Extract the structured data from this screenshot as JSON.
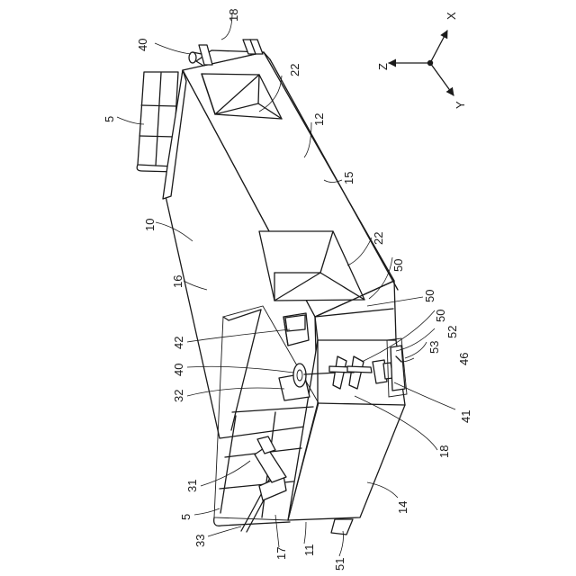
{
  "labels": {
    "l18_top": "18",
    "l40_top": "40",
    "l22_top": "22",
    "l5_top": "5",
    "l12": "12",
    "l15": "15",
    "l10": "10",
    "l22_mid": "22",
    "l16": "16",
    "l50_a": "50",
    "l50_b": "50",
    "l50_c": "50",
    "l52": "52",
    "l53": "53",
    "l46": "46",
    "l42": "42",
    "l40_bot": "40",
    "l32": "32",
    "l41": "41",
    "l18_bot": "18",
    "l31": "31",
    "l14": "14",
    "l5_bot": "5",
    "l33": "33",
    "l17": "17",
    "l11": "11",
    "l51": "51"
  },
  "axes": {
    "x": "X",
    "y": "Y",
    "z": "Z"
  }
}
